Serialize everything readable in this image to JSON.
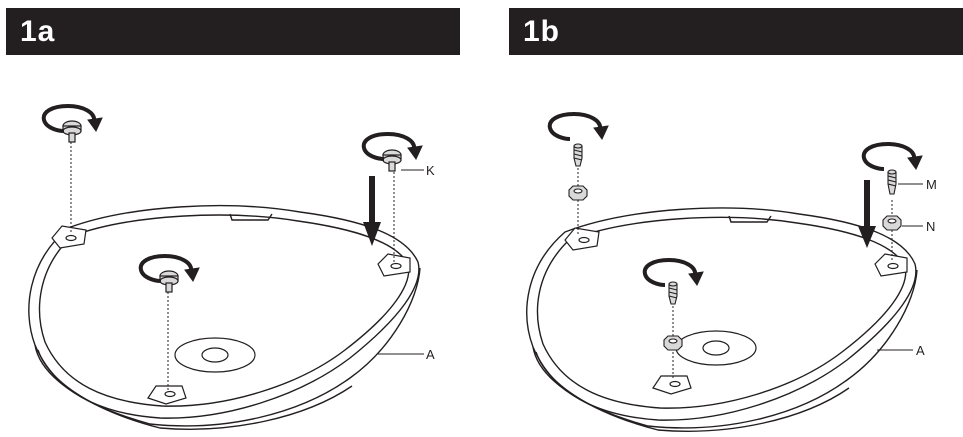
{
  "steps": [
    {
      "id": "1a",
      "label": "1a",
      "callouts": {
        "K": "K",
        "A": "A"
      }
    },
    {
      "id": "1b",
      "label": "1b",
      "callouts": {
        "M": "M",
        "N": "N",
        "A": "A"
      }
    }
  ],
  "colors": {
    "header_bg": "#231f20",
    "header_text": "#ffffff",
    "line": "#231f20",
    "part_fill": "#d9d9d9"
  },
  "icons": [
    "rotate-clockwise-icon",
    "down-arrow-icon",
    "foot-pad",
    "threaded-stud",
    "hex-nut"
  ]
}
